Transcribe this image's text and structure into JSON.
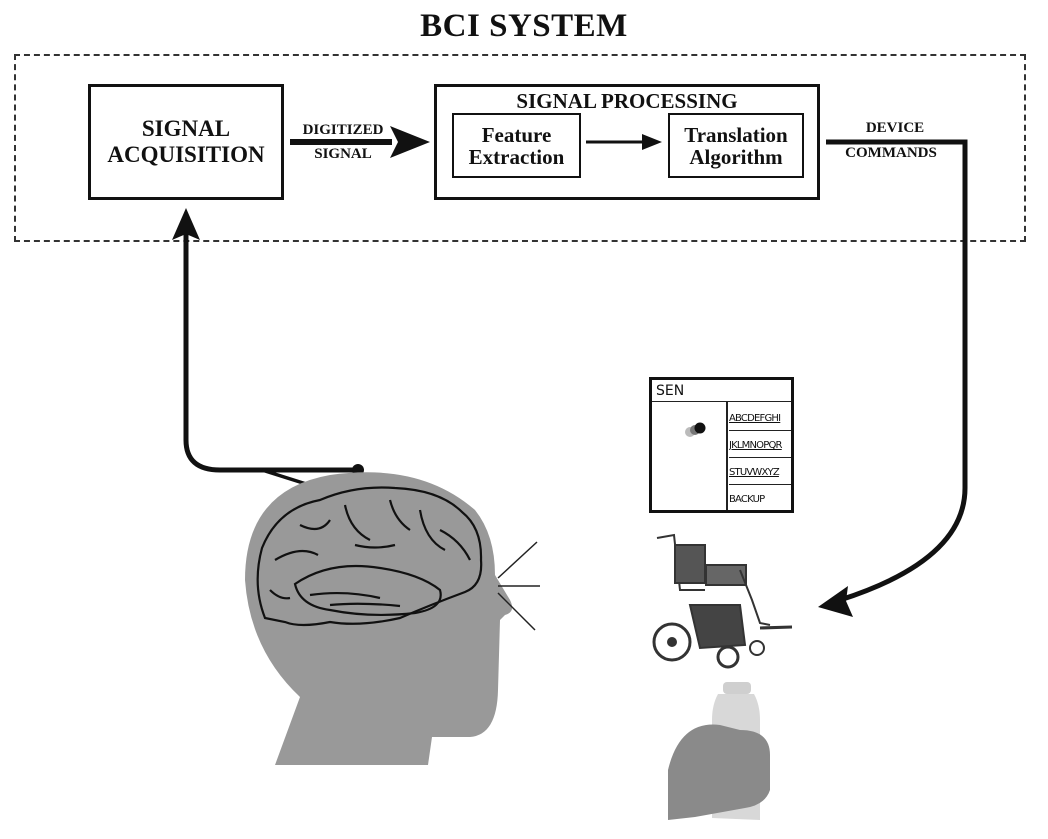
{
  "title": "BCI SYSTEM",
  "blocks": {
    "acquisition": {
      "line1": "SIGNAL",
      "line2": "ACQUISITION"
    },
    "processing": {
      "title": "SIGNAL PROCESSING",
      "feature": {
        "line1": "Feature",
        "line2": "Extraction"
      },
      "translation": {
        "line1": "Translation",
        "line2": "Algorithm"
      }
    }
  },
  "arrows": {
    "digitized": {
      "line1": "DIGITIZED",
      "line2": "SIGNAL"
    },
    "device": {
      "line1": "DEVICE",
      "line2": "COMMANDS"
    }
  },
  "speller_screen": {
    "text": "SEN",
    "options": [
      "ABCDEFGHI",
      "JKLMNOPQR",
      "STUVWXYZ",
      "BACKUP"
    ]
  },
  "icons": {
    "head": "human-head-silhouette",
    "brain": "brain",
    "wheelchair": "wheelchair",
    "bottle": "hand-holding-bottle"
  },
  "colors": {
    "head": "#999999",
    "line": "#111111",
    "background": "#ffffff"
  }
}
